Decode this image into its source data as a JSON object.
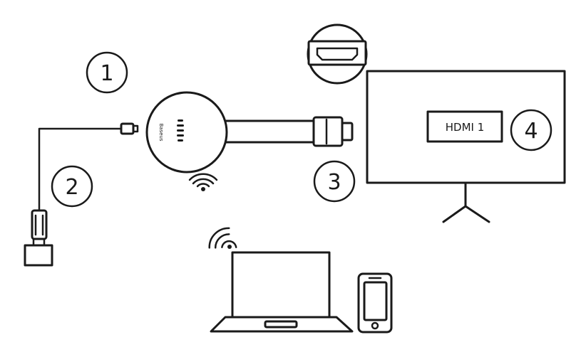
{
  "callouts": [
    {
      "id": "1",
      "label": "1"
    },
    {
      "id": "2",
      "label": "2"
    },
    {
      "id": "3",
      "label": "3"
    },
    {
      "id": "4",
      "label": "4"
    }
  ],
  "tv": {
    "input_label": "HDMI 1"
  },
  "dongle": {
    "brand_text": "Baseus"
  },
  "colors": {
    "line": "#1a1a1a",
    "background": "#ffffff"
  }
}
